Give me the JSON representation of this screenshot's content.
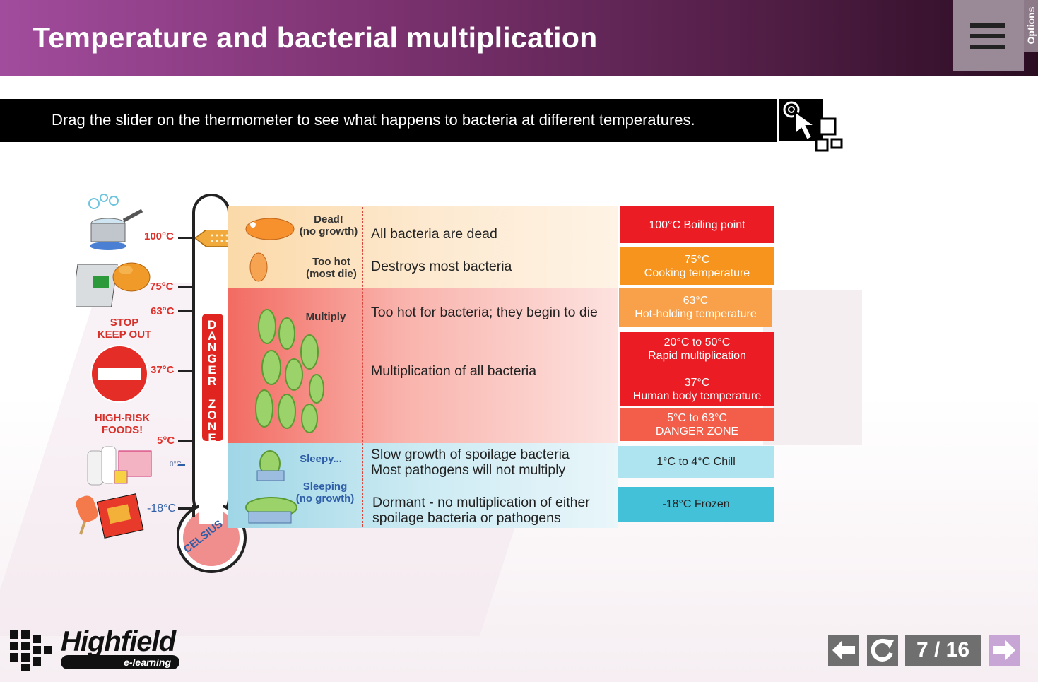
{
  "header": {
    "title": "Temperature and bacterial multiplication",
    "options_label": "Options"
  },
  "instruction": {
    "text": "Drag the slider on the thermometer to see what happens to bacteria at different temperatures."
  },
  "scale": {
    "t100": "100°C",
    "t75": "75°C",
    "t63": "63°C",
    "t37": "37°C",
    "t5": "5°C",
    "t0": "0°C",
    "tm18": "-18°C"
  },
  "warnings": {
    "stop": "STOP\nKEEP OUT",
    "high_risk": "HIGH-RISK\nFOODS!"
  },
  "thermometer": {
    "danger_zone_label": "DANGER ZONE",
    "celsius_label": "CELSIUS"
  },
  "rows": [
    {
      "state": "Dead!\n(no growth)",
      "description": "All bacteria are dead"
    },
    {
      "state": "Too hot\n(most die)",
      "description": "Destroys most bacteria"
    },
    {
      "state": "Multiply",
      "description": "Too hot for bacteria; they begin to die"
    },
    {
      "state": "",
      "description": "Multiplication of all bacteria"
    },
    {
      "state": "Sleepy...",
      "description": "Slow growth of spoilage bacteria\nMost pathogens will not multiply"
    },
    {
      "state": "Sleeping\n(no growth)",
      "description": "Dormant - no multiplication of either\nspoilage bacteria or pathogens"
    }
  ],
  "tags": [
    {
      "text": "100°C Boiling point",
      "color": "#ec1c24"
    },
    {
      "text": "75°C\nCooking temperature",
      "color": "#f7941d"
    },
    {
      "text": "63°C\nHot-holding temperature",
      "color": "#f8a14a"
    },
    {
      "text": "20°C to 50°C\nRapid multiplication\n\n37°C\nHuman body temperature",
      "color": "#ec1c24"
    },
    {
      "text": "5°C to 63°C\nDANGER ZONE",
      "color": "#f25e4a"
    },
    {
      "text": "1°C to 4°C Chill",
      "color": "#aee4ef"
    },
    {
      "text": "-18°C Frozen",
      "color": "#43c1d9"
    }
  ],
  "logo": {
    "brand": "Highfield",
    "subtitle": "e-learning"
  },
  "navigation": {
    "page_counter": "7 / 16"
  },
  "icons": [
    "hamburger-menu-icon",
    "pointer-click-icon",
    "back-arrow-icon",
    "replay-icon",
    "next-arrow-icon"
  ]
}
